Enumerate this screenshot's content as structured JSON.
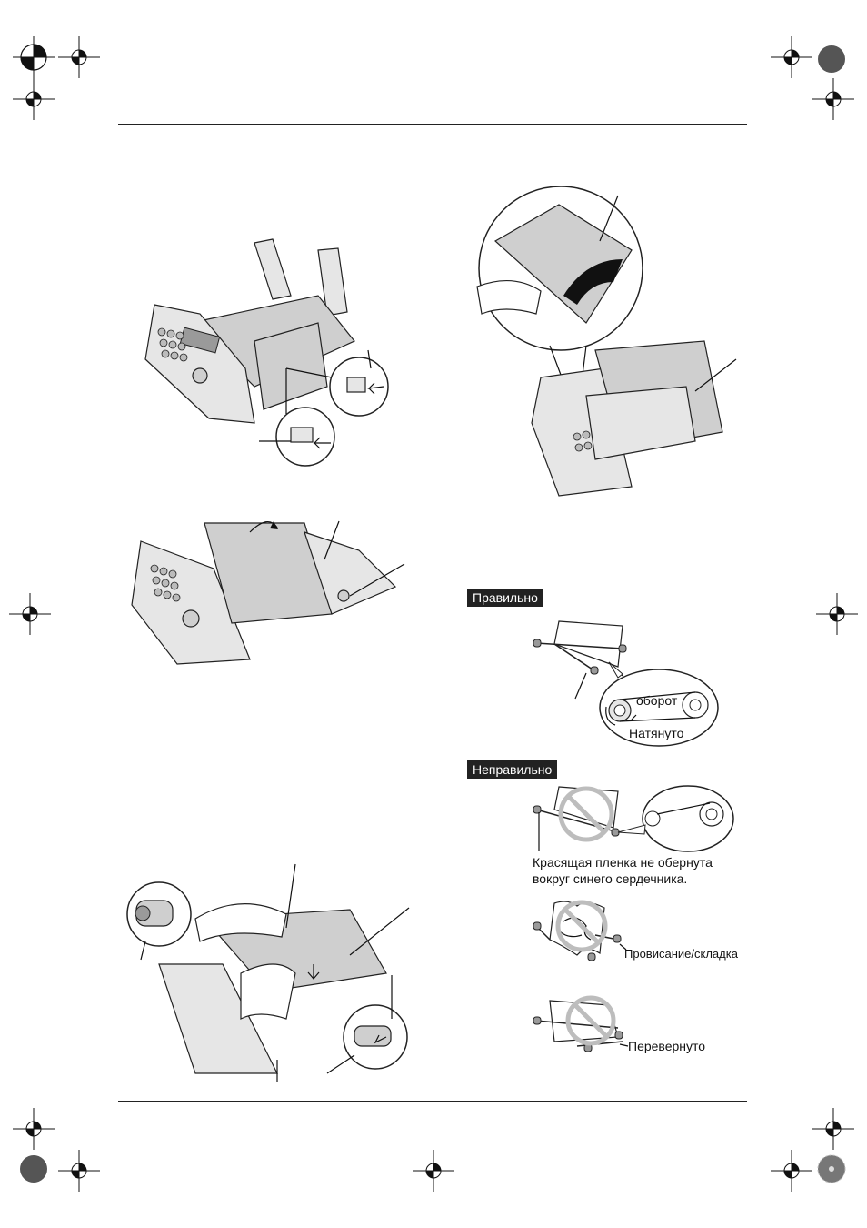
{
  "sections": {
    "correct_badge": "Правильно",
    "incorrect_badge": "Неправильно"
  },
  "correct_callout": {
    "rotation_label": "оборот",
    "tight_label": "Натянуто"
  },
  "incorrect_items": {
    "not_wrapped_line1": "Красящая пленка не обернута",
    "not_wrapped_line2": "вокруг синего сердечника.",
    "slack_label": "Провисание/складка",
    "reversed_label": "Перевернуто"
  },
  "icons": [
    "registration-mark-icon",
    "color-wheel-icon",
    "gray-dot-icon",
    "prohibited-icon",
    "arrow-icon"
  ]
}
